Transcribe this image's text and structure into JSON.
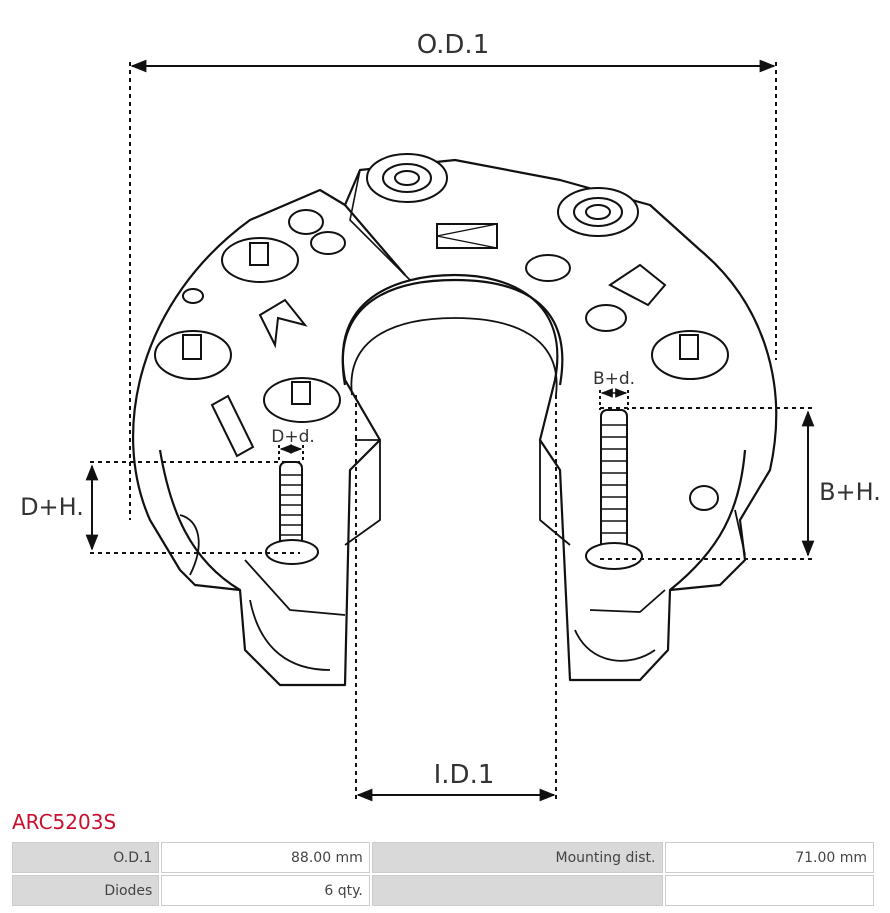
{
  "drawing": {
    "od_label": "O.D.1",
    "id_label": "I.D.1",
    "dh_label": "D+H.",
    "dd_label": "D+d.",
    "bh_label": "B+H.",
    "bd_label": "B+d."
  },
  "product": {
    "code": "ARC5203S"
  },
  "specs": [
    {
      "label": "O.D.1",
      "value": "88.00 mm",
      "label2": "Mounting dist.",
      "value2": "71.00 mm"
    },
    {
      "label": "Diodes",
      "value": "6 qty.",
      "label2": "",
      "value2": ""
    }
  ]
}
